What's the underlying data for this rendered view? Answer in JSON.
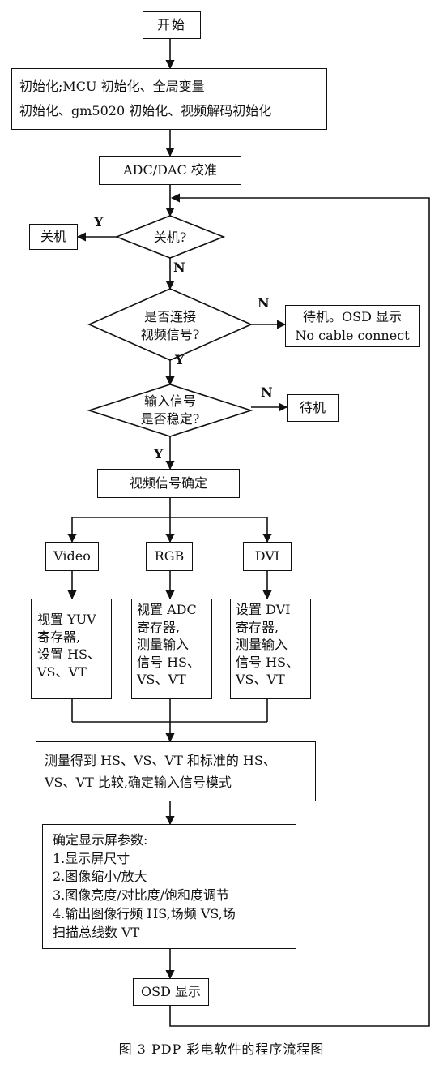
{
  "nodes": {
    "start": "开始",
    "init": "初始化;MCU 初始化、全局变量\n初始化、gm5020 初始化、视频解码初始化",
    "calib": "ADC/DAC 校准",
    "shutdown_q": "关机?",
    "shutdown": "关机",
    "connect_q": "是否连接\n视频信号?",
    "standby_osd": "待机。OSD 显示\nNo cable connect",
    "stable_q": "输入信号\n是否稳定?",
    "standby": "待机",
    "signal_ok": "视频信号确定",
    "video": "Video",
    "rgb": "RGB",
    "dvi": "DVI",
    "video_cfg": "视置 YUV\n寄存器,\n设置 HS、\nVS、VT",
    "rgb_cfg": "视置 ADC\n寄存器,\n测量输入\n信号 HS、\nVS、VT",
    "dvi_cfg": "设置 DVI\n寄存器,\n测量输入\n信号 HS、\nVS、VT",
    "compare": "测量得到 HS、VS、VT 和标准的 HS、\nVS、VT 比较,确定输入信号模式",
    "params": "确定显示屏参数:\n1.显示屏尺寸\n2.图像缩小/放大\n3.图像亮度/对比度/饱和度调节\n4.输出图像行频 HS,场频 VS,场\n   扫描总线数 VT",
    "osd": "OSD 显示"
  },
  "edge_labels": {
    "yes": "Y",
    "no": "N"
  },
  "caption": "图 3  PDP 彩电软件的程序流程图"
}
